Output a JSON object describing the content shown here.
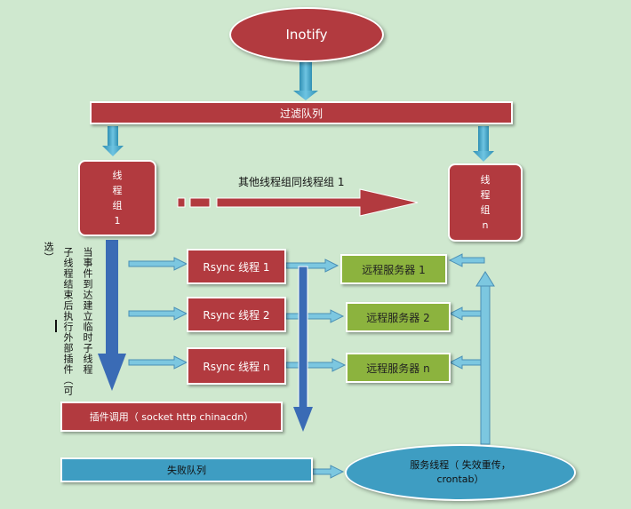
{
  "colors": {
    "background": "#cfe8cf",
    "red": "#b23a3f",
    "green": "#8cb33e",
    "teal": "#3e9dc2",
    "arrow_blue": "#3a6bb5"
  },
  "nodes": {
    "inotify": "Inotify",
    "filter_queue": "过滤队列",
    "group1": [
      "线",
      "程",
      "组",
      "1"
    ],
    "groupn": [
      "线",
      "程",
      "组",
      "n"
    ],
    "other_groups_label": "其他线程组同线程组 1",
    "rsync": [
      "Rsync 线程 1",
      "Rsync 线程 2",
      "Rsync 线程 n"
    ],
    "remote": [
      "远程服务器 1",
      "远程服务器 2",
      "远程服务器 n"
    ],
    "plugin": "插件调用（ socket http chinacdn）",
    "fail_queue": "失败队列",
    "service": [
      "服务线程（ 失效重传，",
      "crontab）"
    ]
  },
  "side_note": {
    "col1": "当事件到达建立临时子线程",
    "col2": "子线程结束后执行外部插件（可",
    "col3": "选）"
  }
}
